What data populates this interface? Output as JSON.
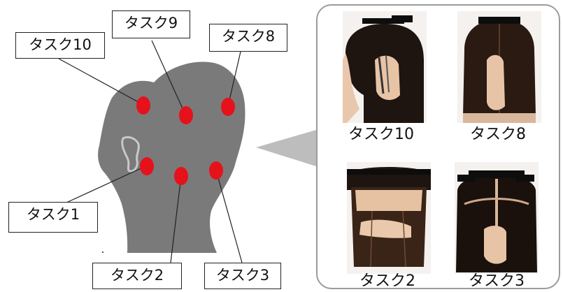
{
  "labels": {
    "task10": "タスク10",
    "task9": "タスク9",
    "task8": "タスク8",
    "task1": "タスク1",
    "task2": "タスク2",
    "task3": "タスク3"
  },
  "photos": [
    {
      "caption": "タスク10"
    },
    {
      "caption": "タスク8"
    },
    {
      "caption": "タスク2"
    },
    {
      "caption": "タスク3"
    }
  ],
  "colors": {
    "head": "#7a7a7a",
    "marker": "#e5121b",
    "panel_border": "#9b9b9b",
    "pointer": "#bdbdbd",
    "hair": "#1e1410",
    "skin": "#e9c7ad"
  }
}
